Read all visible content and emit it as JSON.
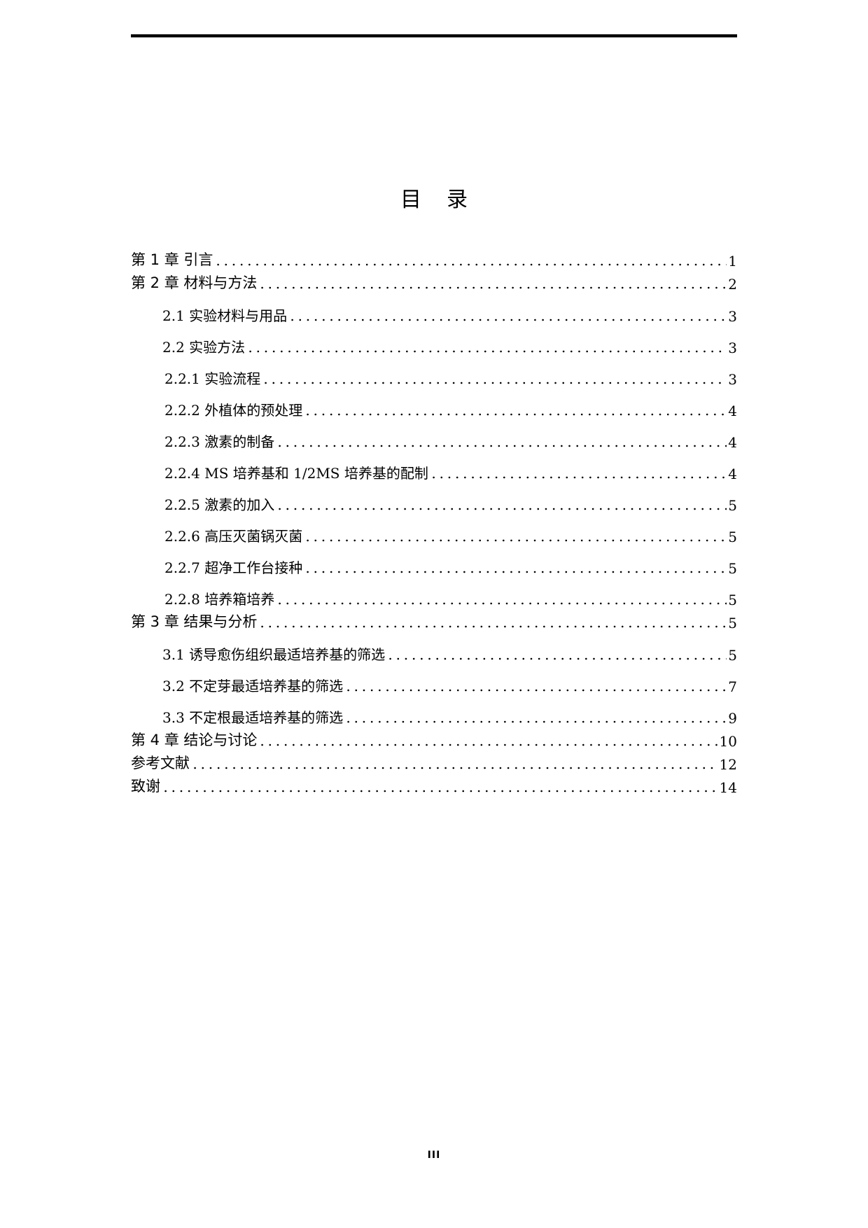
{
  "document": {
    "title": "目录",
    "footer_page_number": "III"
  },
  "toc": {
    "entries": [
      {
        "level": 1,
        "label": "第 1 章  引言",
        "page": "1"
      },
      {
        "level": 1,
        "label": "第 2 章  材料与方法",
        "page": "2"
      },
      {
        "level": 2,
        "label": "2.1 实验材料与用品",
        "page": "3"
      },
      {
        "level": 2,
        "label": "2.2 实验方法",
        "page": "3"
      },
      {
        "level": 3,
        "label": "2.2.1 实验流程",
        "page": "3"
      },
      {
        "level": 3,
        "label": "2.2.2 外植体的预处理",
        "page": "4"
      },
      {
        "level": 3,
        "label": "2.2.3 激素的制备",
        "page": "4"
      },
      {
        "level": 3,
        "label": "2.2.4 MS 培养基和 1/2MS 培养基的配制",
        "page": "4"
      },
      {
        "level": 3,
        "label": "2.2.5 激素的加入",
        "page": "5"
      },
      {
        "level": 3,
        "label": "2.2.6 高压灭菌锅灭菌",
        "page": "5"
      },
      {
        "level": 3,
        "label": "2.2.7 超净工作台接种",
        "page": "5"
      },
      {
        "level": 3,
        "label": "2.2.8 培养箱培养",
        "page": "5"
      },
      {
        "level": 1,
        "label": "第 3 章  结果与分析",
        "page": "5"
      },
      {
        "level": 2,
        "label": "3.1 诱导愈伤组织最适培养基的筛选",
        "page": "5"
      },
      {
        "level": 2,
        "label": "3.2 不定芽最适培养基的筛选",
        "page": "7"
      },
      {
        "level": 2,
        "label": "3.3 不定根最适培养基的筛选",
        "page": "9"
      },
      {
        "level": 1,
        "label": "第 4 章  结论与讨论",
        "page": "10"
      },
      {
        "level": 1,
        "label": "参考文献",
        "page": "12"
      },
      {
        "level": 1,
        "label": "致谢",
        "page": "14"
      }
    ]
  }
}
